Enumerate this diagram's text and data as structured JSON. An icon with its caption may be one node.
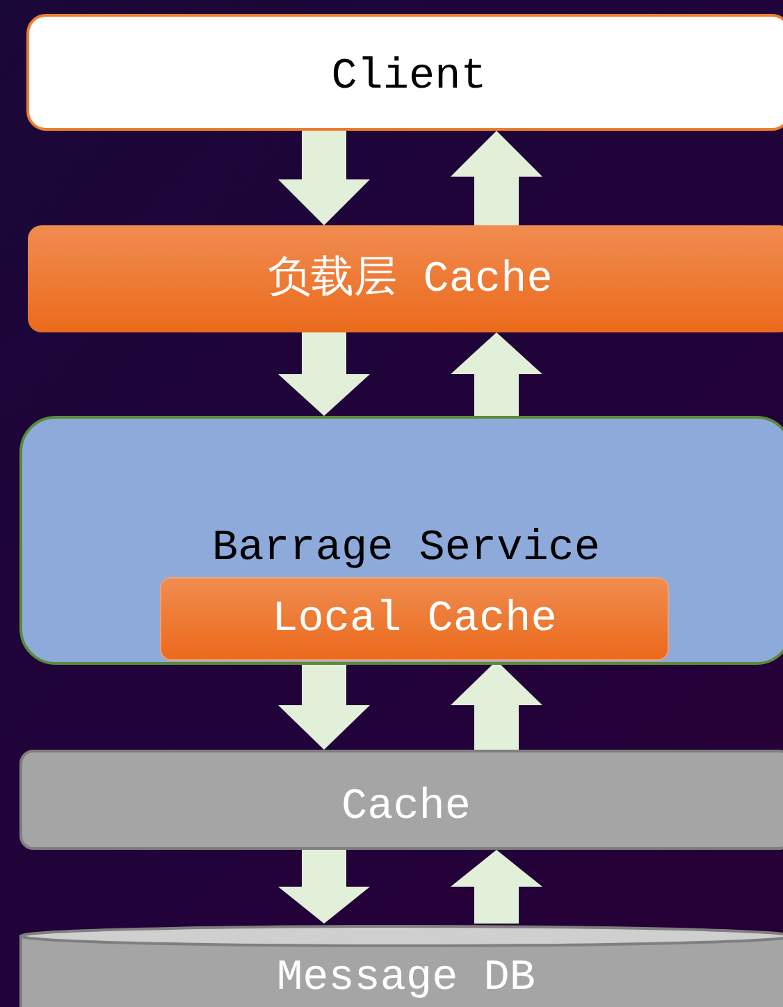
{
  "diagram": {
    "nodes": [
      {
        "text": [
          "Client"
        ]
      },
      {
        "text": [
          "负载层 Cache"
        ]
      },
      {
        "text": [
          "Barrage Service"
        ]
      },
      {
        "text": [
          "Local Cache"
        ],
        "in": 2
      },
      {
        "text": [
          "Cache"
        ]
      },
      {
        "text": [
          "Message DB"
        ]
      }
    ],
    "edges": [
      {
        "from": 0,
        "to": 1,
        "arrow": "to"
      },
      {
        "from": 1,
        "to": 0,
        "arrow": "to"
      },
      {
        "from": 1,
        "to": 2,
        "arrow": "to"
      },
      {
        "from": 2,
        "to": 1,
        "arrow": "to"
      },
      {
        "from": 3,
        "to": 4,
        "arrow": "to"
      },
      {
        "from": 4,
        "to": 3,
        "arrow": "to"
      },
      {
        "from": 4,
        "to": 5,
        "arrow": "to"
      },
      {
        "from": 5,
        "to": 4,
        "arrow": "to"
      }
    ]
  }
}
